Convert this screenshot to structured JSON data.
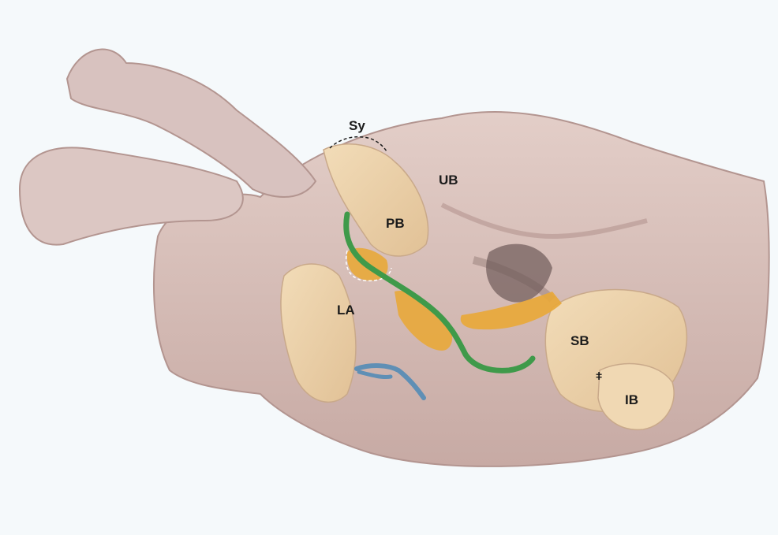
{
  "labels": {
    "sy": "Sy",
    "ub": "UB",
    "pb": "PB",
    "la": "LA",
    "sb": "SB",
    "ib": "IB",
    "dagger": "ǂ"
  },
  "colors": {
    "background": "#f5f9fb",
    "tissue": "#d9c3bd",
    "tissue_shadow": "#b99d98",
    "bone": "#ecd2a8",
    "fat_highlight": "#e8a83a",
    "nerve_green": "#3f9a4a",
    "vessel_blue": "#5f8fb5"
  }
}
